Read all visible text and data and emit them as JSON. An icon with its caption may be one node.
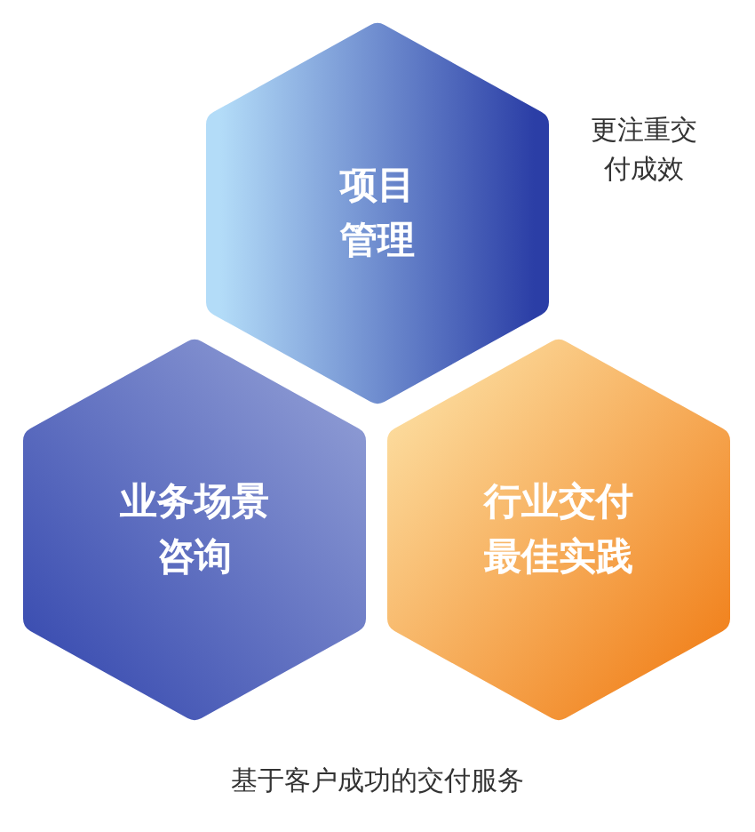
{
  "diagram": {
    "caption": "基于客户成功的交付服务",
    "nodes": [
      {
        "text": [
          "项目管理"
        ]
      },
      {
        "text": [
          "业务场景咨询"
        ]
      },
      {
        "text": [
          "行业交付最佳实践"
        ]
      }
    ],
    "labels": [
      "更注重交付成效"
    ]
  }
}
